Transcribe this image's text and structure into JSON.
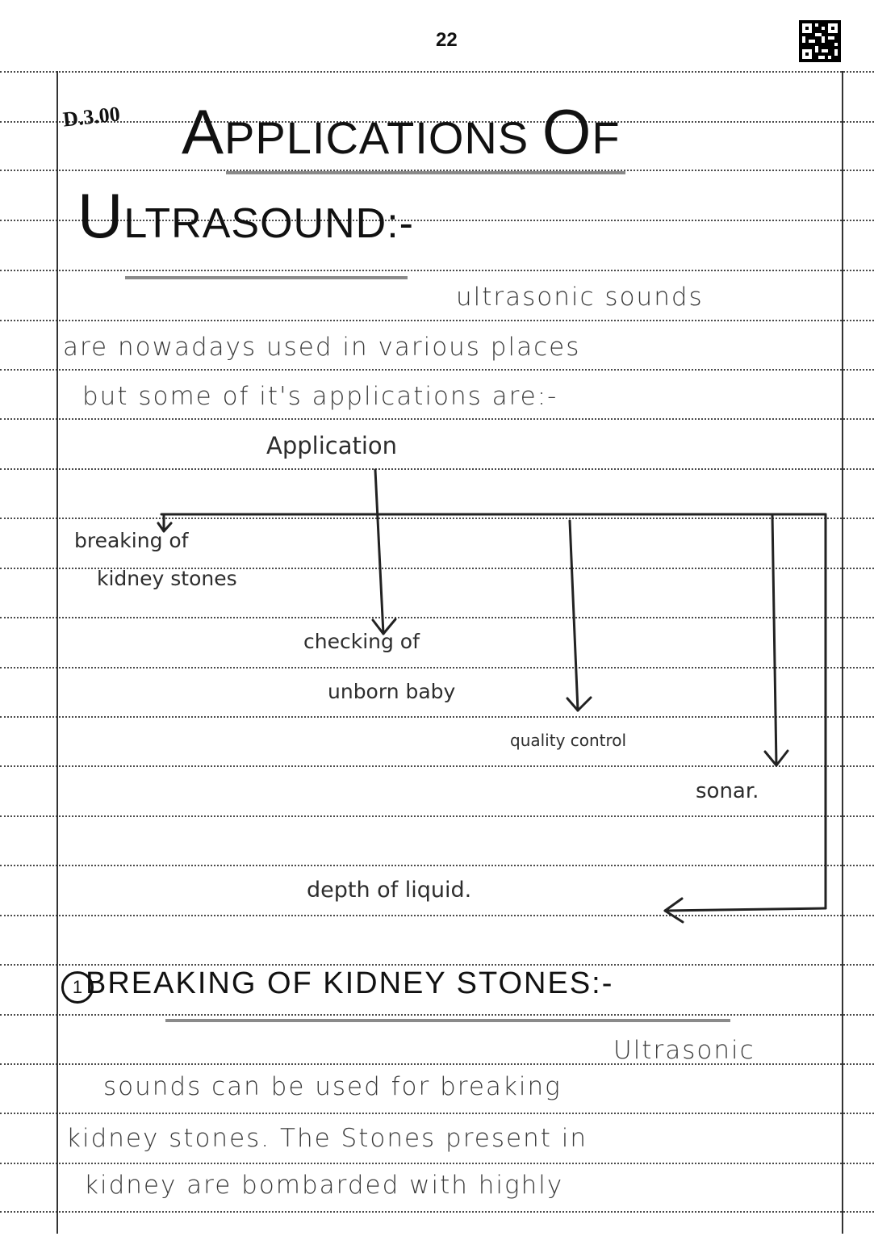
{
  "page_number": "22",
  "qr_icon": "qr-code-icon",
  "initial_mark": "D.3.00",
  "title": {
    "line1_first": "A",
    "line1_rest": "PPLICATIONS ",
    "line1_o": "O",
    "line1_f": "F",
    "line2_first": "U",
    "line2_rest": "LTRASOUND:-"
  },
  "intro": {
    "line1": "ultrasonic sounds",
    "line2": "are nowadays used in various places",
    "line3": "but some of it's applications are:-"
  },
  "diagram": {
    "root": "Application",
    "nodes": [
      {
        "line1": "breaking of",
        "line2": "kidney stones"
      },
      {
        "line1": "checking of",
        "line2": "unborn baby"
      },
      {
        "line1": "quality control",
        "line2": ""
      },
      {
        "line1": "sonar.",
        "line2": ""
      },
      {
        "line1": "depth of liquid.",
        "line2": ""
      }
    ]
  },
  "section1": {
    "number": "1",
    "title": "BREAKING OF KIDNEY STONES:-",
    "line1": "Ultrasonic",
    "line2": "sounds can be used for breaking",
    "line3": "kidney stones. The Stones present in",
    "line4": "kidney are bombarded with highly"
  }
}
